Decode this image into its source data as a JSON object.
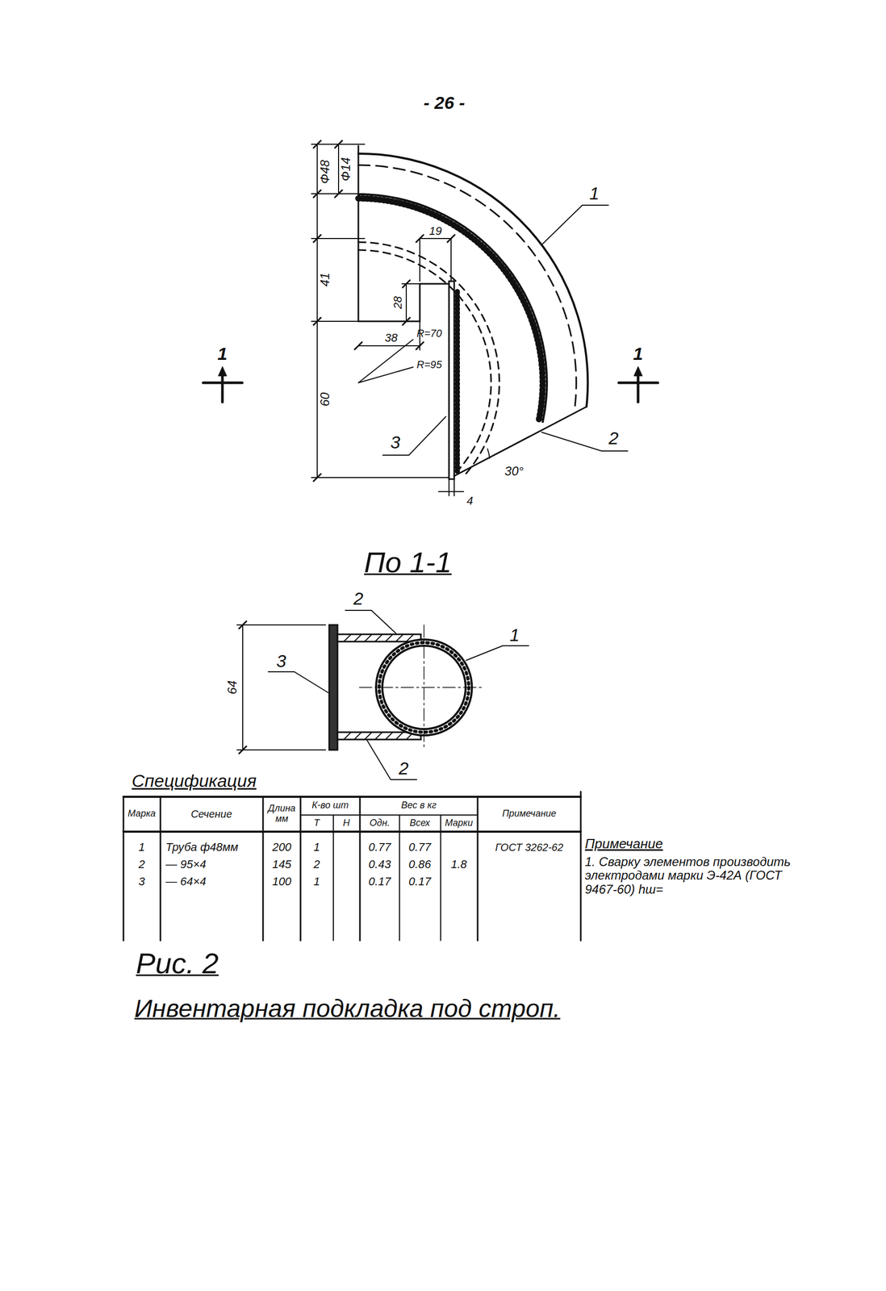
{
  "diagram": {
    "caption": "Инвентарная подкладка под строп.",
    "labels": [
      "- 26 -",
      "Ф48",
      "Ф14",
      "41",
      "60",
      "19",
      "28",
      "38",
      "R=70",
      "R=95",
      "1",
      "2",
      "3",
      "30°",
      "4",
      "1",
      "1",
      "По 1-1",
      "2",
      "1",
      "3",
      "64",
      "2",
      "Спецификация",
      "Марка",
      "Сечение",
      "Длина мм",
      "К-во шт",
      "Т",
      "Н",
      "Вес в кг",
      "Одн.",
      "Всех",
      "Марки",
      "Примечание",
      "1",
      "Труба ф48мм",
      "200",
      "1",
      "0.77",
      "0.77",
      "ГОСТ 3262-62",
      "2",
      "— 95×4",
      "145",
      "2",
      "0.43",
      "0.86",
      "1.8",
      "3",
      "— 64×4",
      "100",
      "1",
      "0.17",
      "0.17",
      "Примечание",
      "1. Сварку элементов производить электродами марки Э-42А (ГОСТ 9467-60) hш=",
      "Рис. 2"
    ]
  }
}
